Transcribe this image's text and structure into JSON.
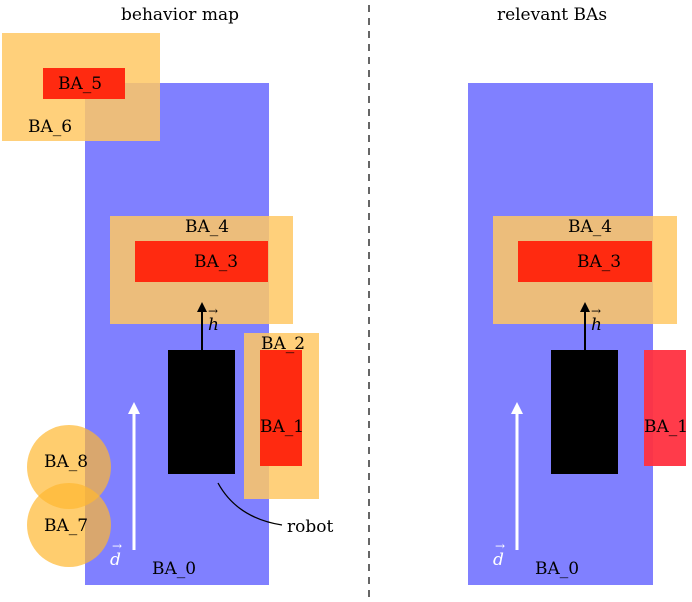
{
  "colors": {
    "ba_0": "#8080ff",
    "orange": "#ffc864",
    "red": "#ff2a10",
    "red_light": "#ff3040",
    "robot": "#000000",
    "white_arrow": "#ffffff",
    "divider": "#000000"
  },
  "left_panel": {
    "title": "behavior map",
    "labels": {
      "ba_0": "BA_0",
      "ba_1": "BA_1",
      "ba_2": "BA_2",
      "ba_3": "BA_3",
      "ba_4": "BA_4",
      "ba_5": "BA_5",
      "ba_6": "BA_6",
      "ba_7": "BA_7",
      "ba_8": "BA_8",
      "robot": "robot",
      "h_vector": "h",
      "d_vector": "d"
    }
  },
  "right_panel": {
    "title": "relevant BAs",
    "labels": {
      "ba_0": "BA_0",
      "ba_1": "BA_1",
      "ba_3": "BA_3",
      "ba_4": "BA_4",
      "h_vector": "h",
      "d_vector": "d"
    }
  }
}
